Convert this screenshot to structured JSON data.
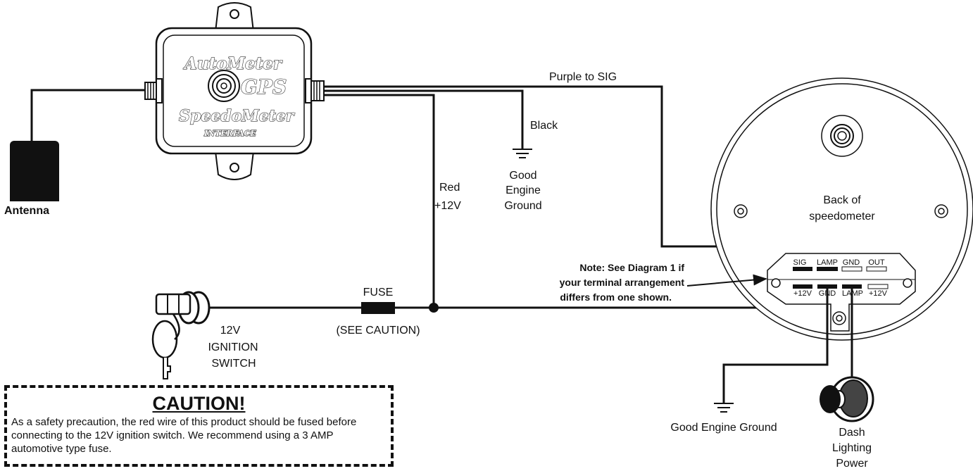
{
  "module": {
    "brand_line1": "AutoMeter",
    "brand_line2": "GPS",
    "brand_line3": "SpeedoMeter",
    "brand_line4": "INTERFACE"
  },
  "labels": {
    "antenna": "Antenna",
    "purple_wire": "Purple to SIG",
    "black_wire": "Black",
    "ground_top": [
      "Good",
      "Engine",
      "Ground"
    ],
    "red_wire": [
      "Red",
      "+12V"
    ],
    "fuse": "FUSE",
    "see_caution": "(SEE CAUTION)",
    "ignition": [
      "12V",
      "IGNITION",
      "SWITCH"
    ],
    "back_of_speedometer": [
      "Back of",
      "speedometer"
    ],
    "note": [
      "Note:  See Diagram 1 if",
      "your terminal arrangement",
      "differs from one shown."
    ],
    "ground_bottom": "Good Engine Ground",
    "dash_lighting": [
      "Dash",
      "Lighting",
      "Power"
    ]
  },
  "terminals": {
    "top_row": [
      "SIG",
      "LAMP",
      "GND",
      "OUT"
    ],
    "bottom_row": [
      "+12V",
      "GND",
      "LAMP",
      "+12V"
    ]
  },
  "caution": {
    "title": "CAUTION!",
    "text": "As a safety precaution, the red wire of this product should be fused before connecting to the 12V ignition switch. We recommend using a 3 AMP automotive type fuse."
  }
}
